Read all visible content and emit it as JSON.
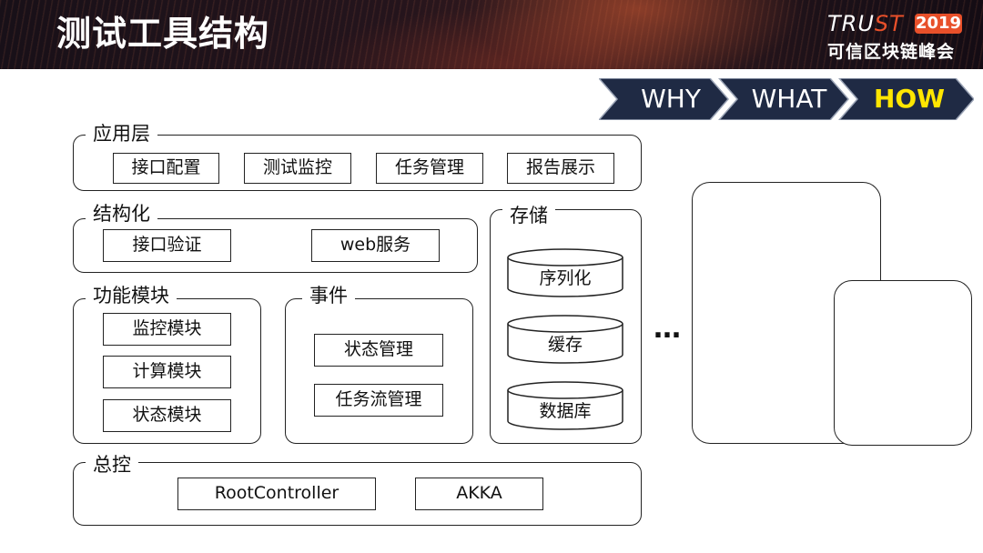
{
  "header": {
    "title": "测试工具结构",
    "logo": {
      "trust_prefix": "TRU",
      "trust_suffix": "ST",
      "year": "2019",
      "conference": "可信区块链峰会"
    }
  },
  "nav": {
    "steps": [
      {
        "label": "WHY",
        "active": false
      },
      {
        "label": "WHAT",
        "active": false
      },
      {
        "label": "HOW",
        "active": true
      }
    ],
    "colors": {
      "arrow_fill": "#1f2a44",
      "active_text": "#ffe600",
      "text": "#ffffff"
    }
  },
  "diagram": {
    "app_layer": {
      "title": "应用层",
      "items": [
        "接口配置",
        "测试监控",
        "任务管理",
        "报告展示"
      ]
    },
    "structured_layer": {
      "title": "结构化",
      "items": [
        "接口验证",
        "web服务"
      ]
    },
    "function_module": {
      "title": "功能模块",
      "items": [
        "监控模块",
        "计算模块",
        "状态模块"
      ]
    },
    "events": {
      "title": "事件",
      "items": [
        "状态管理",
        "任务流管理"
      ]
    },
    "storage": {
      "title": "存储",
      "items": [
        "序列化",
        "缓存",
        "数据库"
      ]
    },
    "master_control": {
      "title": "总控",
      "items": [
        "RootController",
        "AKKA"
      ]
    },
    "ellipsis": "…"
  }
}
